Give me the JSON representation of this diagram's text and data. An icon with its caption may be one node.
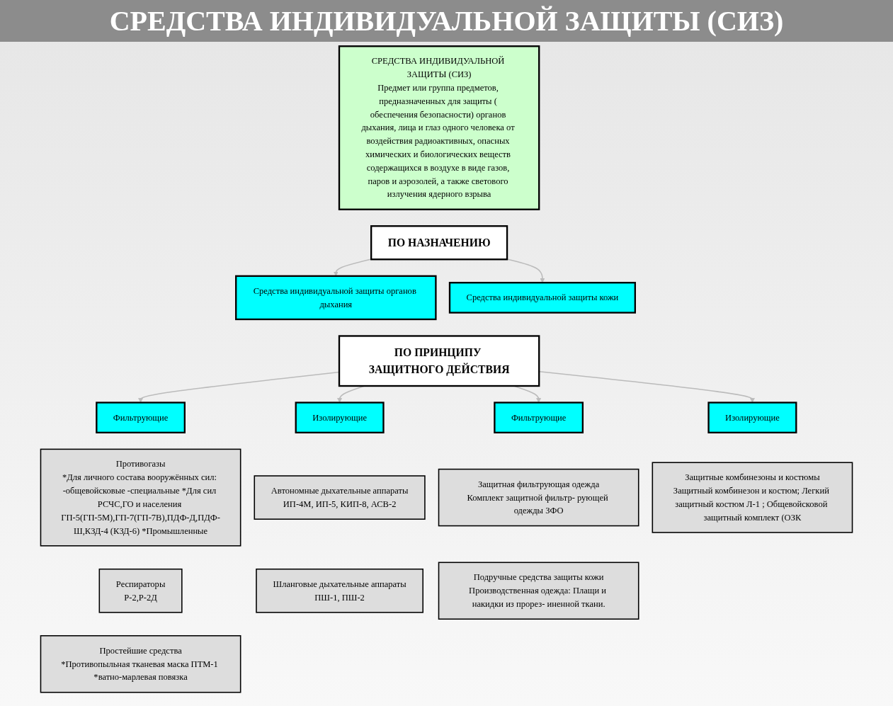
{
  "diagram": {
    "title": "СРЕДСТВА ИНДИВИДУАЛЬНОЙ ЗАЩИТЫ (СИЗ)",
    "nodes": [
      {
        "text": [
          "СРЕДСТВА ИНДИВИДУАЛЬНОЙ ЗАЩИТЫ (СИЗ)",
          "Предмет или группа предметов, предназначенных для защиты ( обеспечения безопасности) органов дыхания, лица и глаз одного человека от воздействия радиоактивных, опасных химических и биологических веществ содержащихся в воздухе в виде газов, паров и аэрозолей, а также светового излучения ядерного взрыва"
        ]
      },
      {
        "text": [
          "ПО НАЗНАЧЕНИЮ"
        ]
      },
      {
        "text": [
          "Средства индивидуальной защиты органов дыхания"
        ]
      },
      {
        "text": [
          "Средства индивидуальной защиты кожи"
        ]
      },
      {
        "text": [
          "ПО ПРИНЦИПУ ЗАЩИТНОГО ДЕЙСТВИЯ"
        ]
      },
      {
        "text": [
          "Фильтрующие"
        ]
      },
      {
        "text": [
          "Изолирующие"
        ]
      },
      {
        "text": [
          "Фильтрующие"
        ]
      },
      {
        "text": [
          "Изолирующие"
        ]
      },
      {
        "text": [
          "Противогазы",
          "*Для личного состава вооружённых сил: -общевойсковые -специальные *Для сил РСЧС,ГО и населения ГП-5(ГП-5М),ГП-7(ГП-7В),ПДФ-Д,ПДФ-Ш,КЗД-4 (КЗД-6) *Промышленные"
        ]
      },
      {
        "text": [
          "Автономные дыхательные аппараты",
          "ИП-4М, ИП-5, КИП-8, АСВ-2"
        ]
      },
      {
        "text": [
          "Защитная фильтрующая одежда",
          "Комплект защитной фильтр- рующей одежды ЗФО"
        ]
      },
      {
        "text": [
          "Защитные комбинезоны и костюмы",
          "Защитный комбинезон и костюм; Легкий защитный костюм Л-1 ; Общевойсковой защитный комплект (ОЗК"
        ]
      },
      {
        "text": [
          "Респираторы",
          "Р-2,Р-2Д"
        ]
      },
      {
        "text": [
          "Шланговые дыхательные аппараты",
          "ПШ-1, ПШ-2"
        ]
      },
      {
        "text": [
          "Подручные средства защиты кожи",
          "Производственная одежда: Плащи и накидки из прорез- иненной ткани."
        ]
      },
      {
        "text": [
          "Простейшие средства",
          "*Противопыльная тканевая маска ПТМ-1 *ватно-марлевая повязка"
        ]
      }
    ],
    "edges": [
      {
        "from": 1,
        "to": 2,
        "arrow": "to"
      },
      {
        "from": 1,
        "to": 3,
        "arrow": "to"
      },
      {
        "from": 4,
        "to": 5,
        "arrow": "to"
      },
      {
        "from": 4,
        "to": 6,
        "arrow": "to"
      },
      {
        "from": 4,
        "to": 7,
        "arrow": "to"
      },
      {
        "from": 4,
        "to": 8,
        "arrow": "to"
      }
    ]
  }
}
